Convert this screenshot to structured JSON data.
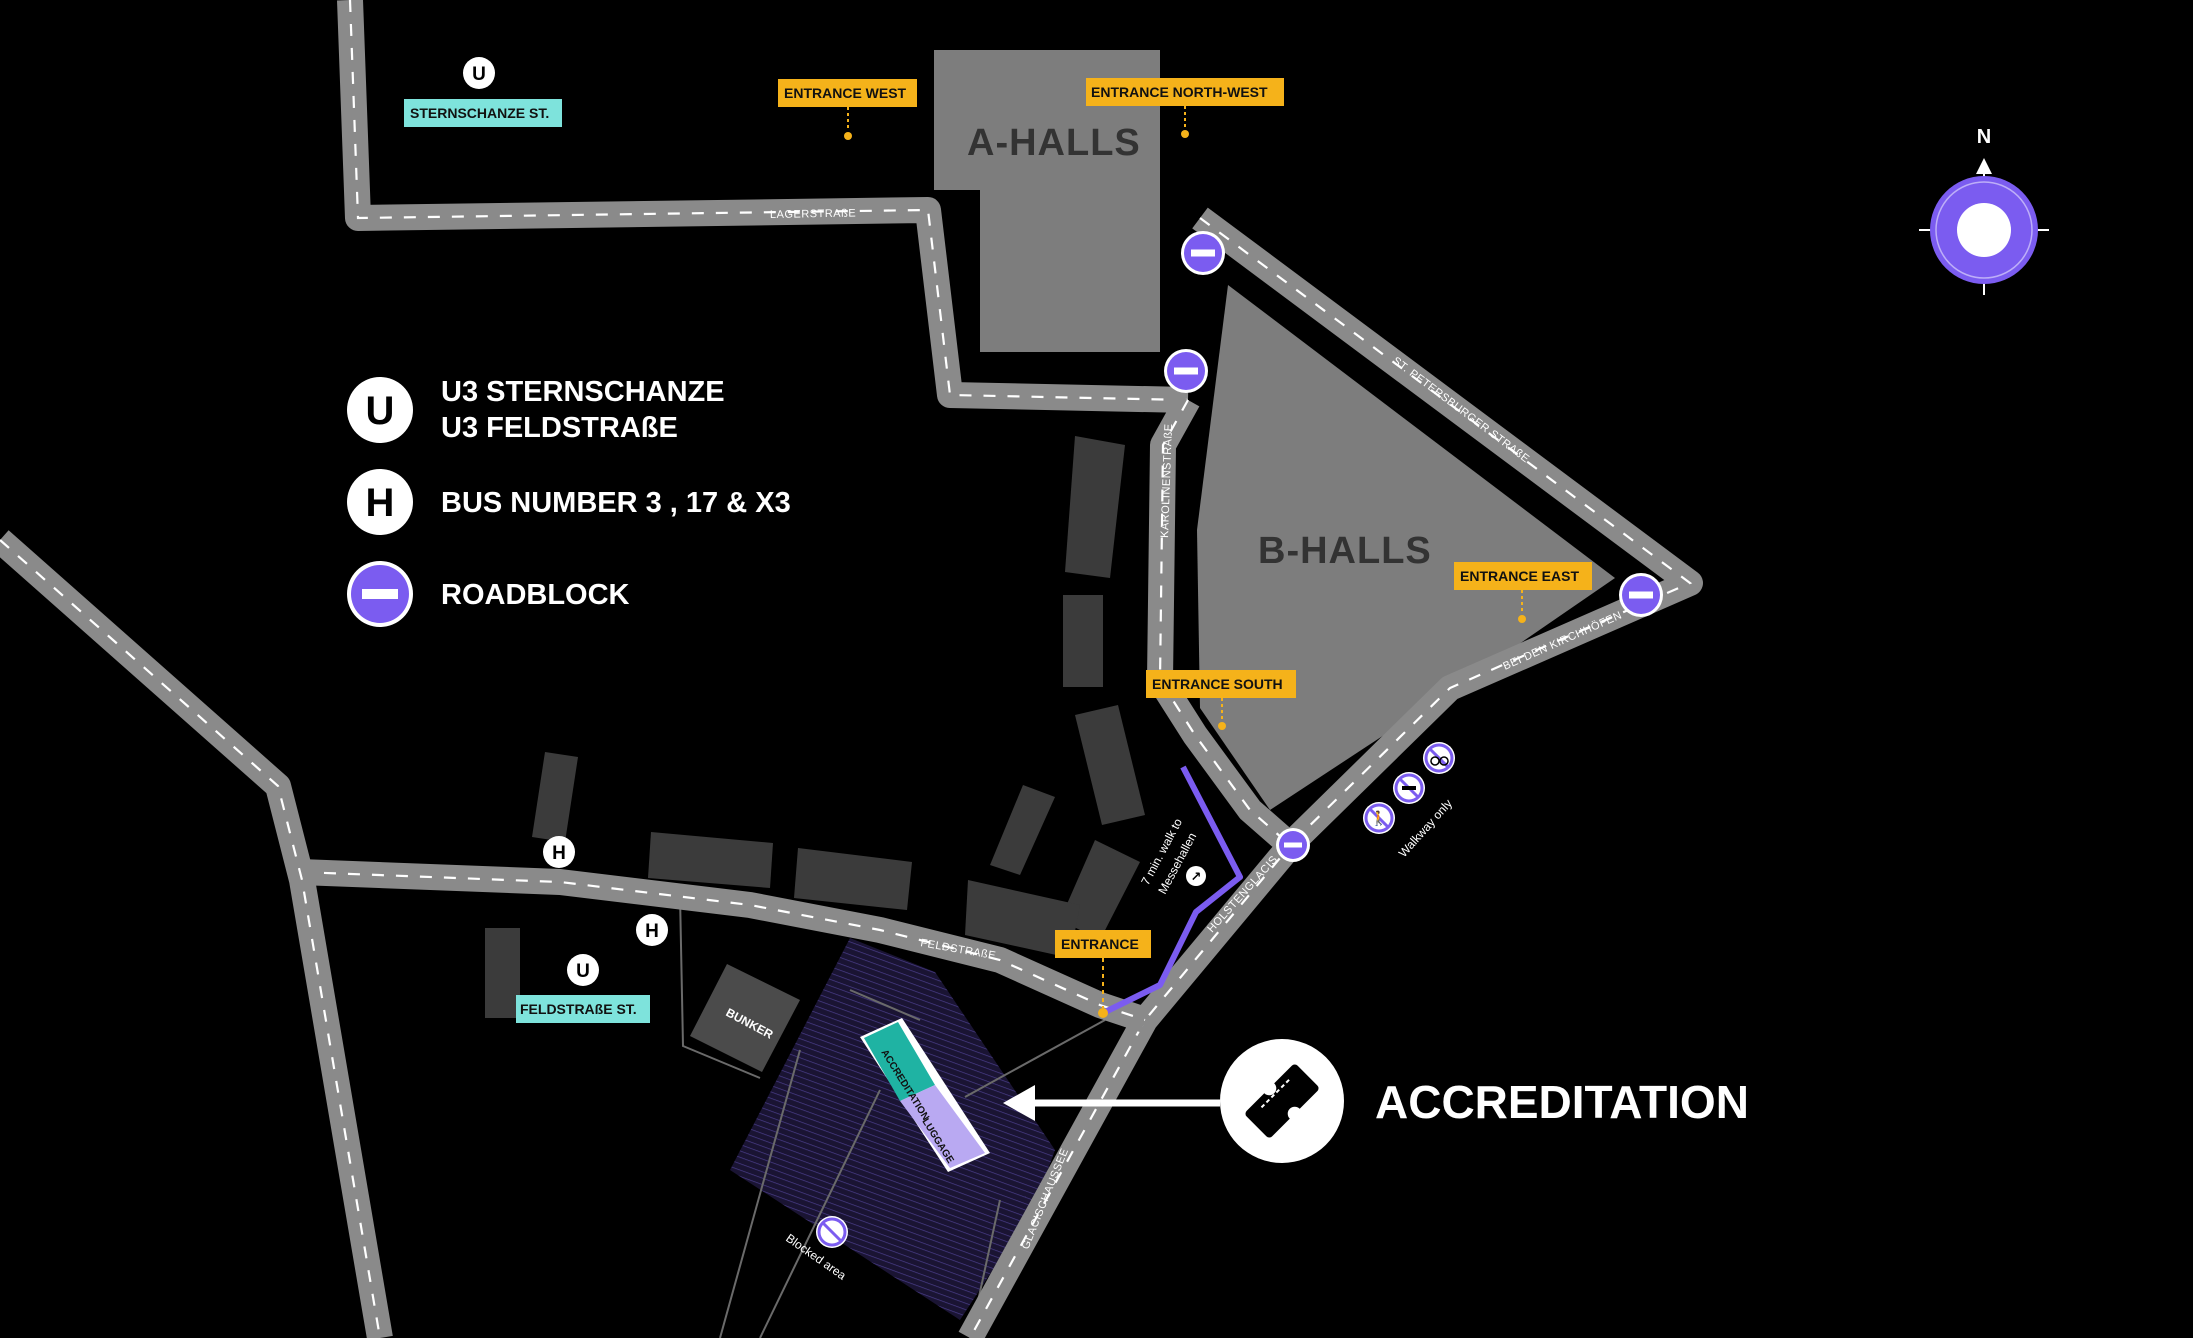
{
  "legend": {
    "ubahn_line1": "U3 STERNSCHANZE",
    "ubahn_line2": "U3 FELDSTRAßE",
    "bus": "BUS NUMBER 3 , 17 & X3",
    "roadblock": "ROADBLOCK",
    "ubahn_symbol": "U",
    "bus_symbol": "H"
  },
  "halls": {
    "a": "A-HALLS",
    "b": "B-HALLS"
  },
  "entrances": {
    "west": "ENTRANCE WEST",
    "north_west": "ENTRANCE NORTH-WEST",
    "east": "ENTRANCE EAST",
    "south": "ENTRANCE SOUTH",
    "main": "ENTRANCE"
  },
  "stations": {
    "sternschanze": "STERNSCHANZE ST.",
    "feldstrasse": "FELDSTRAßE ST."
  },
  "streets": {
    "lagerstrasse": "LAGERSTRAßE",
    "karolinenstrasse": "KAROLINENSTRAßE",
    "st_petersburger": "ST. PETERSBURGER STRAßE",
    "bei_den_kirchhoefen": "BEI DEN KIRCHHÖFEN",
    "holstenglacis": "HOLSTENGLACIS",
    "feldstrasse": "FELDSTRAßE",
    "glacischaussee": "GLACISCHAUSSEE"
  },
  "places": {
    "bunker": "BUNKER",
    "blocked_area": "Blocked area",
    "accreditation_booth": "ACCREDITATION",
    "luggage": "LUGGAGE"
  },
  "walk_note_line1": "7 min. walk to",
  "walk_note_line2": "Messehallen",
  "walkway_only": "Walkway only",
  "accreditation_label": "ACCREDITATION",
  "compass_north": "N",
  "colors": {
    "background": "#000000",
    "road": "#8a8a8a",
    "hall": "#7d7d7d",
    "building": "#3b3b3b",
    "entrance_tag": "#f5b21a",
    "station_tag": "#7ee3dc",
    "accent_purple": "#7b5cf0",
    "accreditation_teal": "#1fb3a3",
    "luggage_lavender": "#b9a9f2"
  },
  "icons": [
    "ubahn-icon",
    "bus-stop-icon",
    "roadblock-icon",
    "compass-icon",
    "ticket-icon",
    "pedestrian-icon",
    "no-bike-icon",
    "no-skate-icon",
    "no-walk-icon",
    "arrow-icon"
  ]
}
